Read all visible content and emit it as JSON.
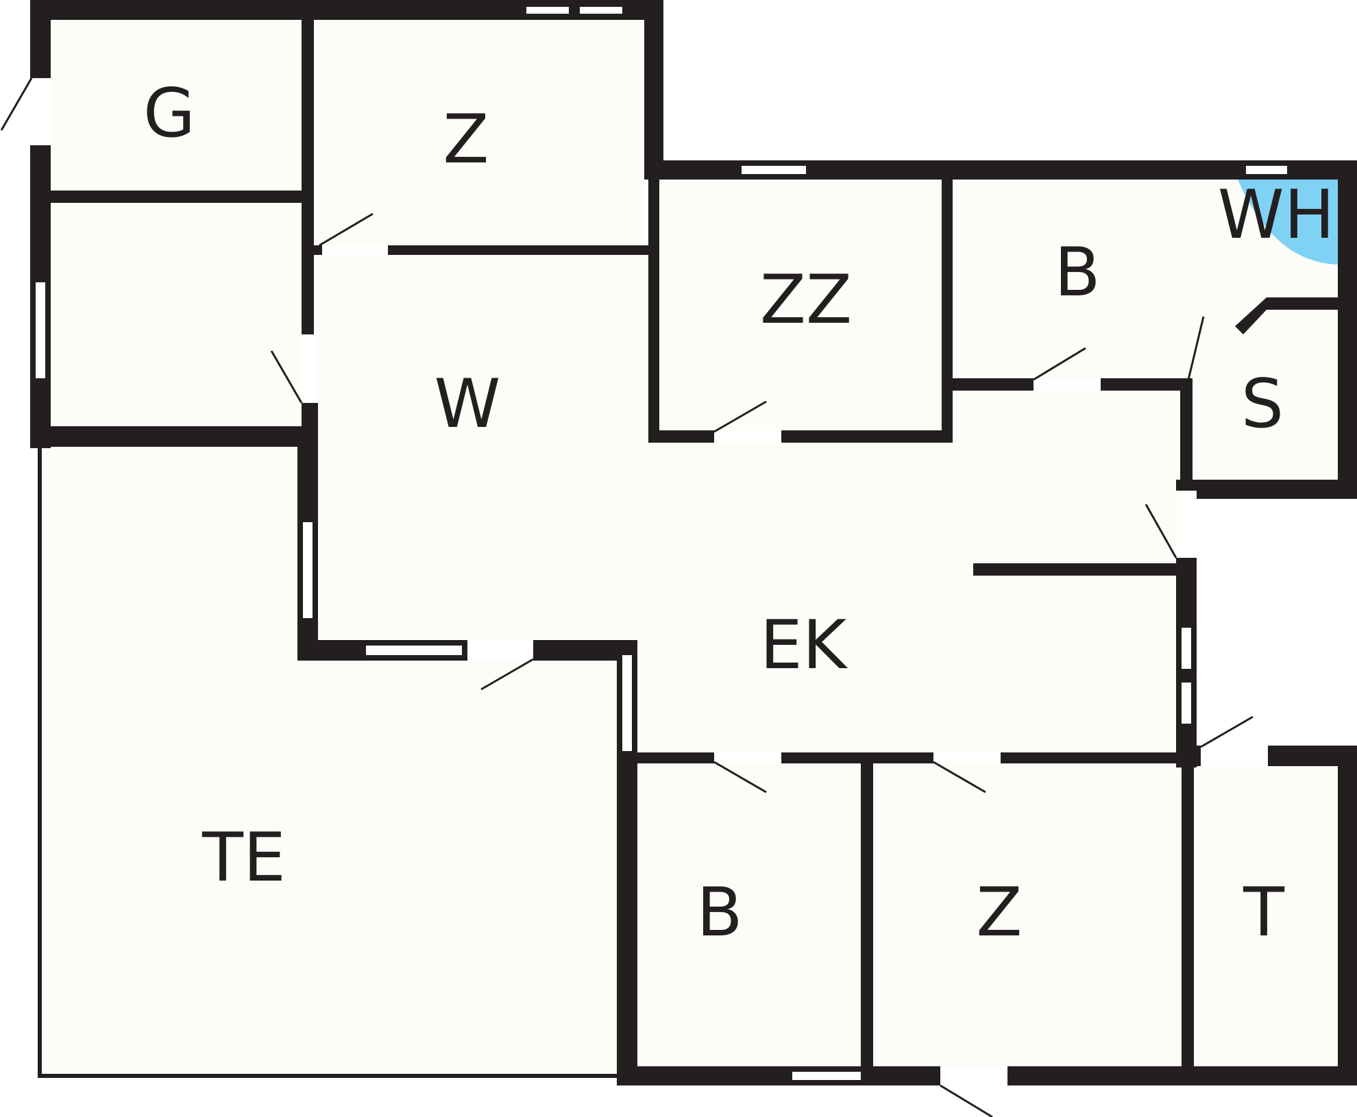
{
  "fixture_color": "#80d2f5",
  "wall_color": "#231f20",
  "floor_color": "#fdfdf8",
  "rooms": [
    {
      "id": "g",
      "label": "G"
    },
    {
      "id": "z-top",
      "label": "Z"
    },
    {
      "id": "zz",
      "label": "ZZ"
    },
    {
      "id": "b-top",
      "label": "B"
    },
    {
      "id": "wh",
      "label": "WH"
    },
    {
      "id": "w",
      "label": "W"
    },
    {
      "id": "s",
      "label": "S"
    },
    {
      "id": "ek",
      "label": "EK"
    },
    {
      "id": "te",
      "label": "TE"
    },
    {
      "id": "b-bottom",
      "label": "B"
    },
    {
      "id": "z-bottom",
      "label": "Z"
    },
    {
      "id": "t",
      "label": "T"
    }
  ]
}
